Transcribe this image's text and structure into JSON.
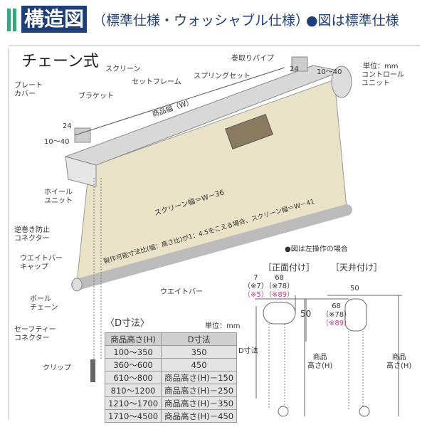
{
  "header": {
    "title": "構造図",
    "subtitle": "（標準仕様・ウォッシャブル仕様）",
    "note": "●図は標準仕様"
  },
  "diagram": {
    "type_title": "チェーン式",
    "unit": "単位：mm",
    "labels": {
      "plate_cover": [
        "プレート",
        "カバー"
      ],
      "bracket": "ブラケット",
      "screen": "スクリーン",
      "set_frame": "セットフレーム",
      "spring_set": "スプリングセット",
      "winding_pipe": "巻取りパイプ",
      "control_unit": [
        "コントロール",
        "ユニット"
      ],
      "wheel_unit": [
        "ホイール",
        "ユニット"
      ],
      "reverse_stop": [
        "逆巻き防止",
        "コネクター"
      ],
      "weight_bar_cap": [
        "ウエイトバー",
        "キャップ"
      ],
      "ball_chain": [
        "ボール",
        "チェーン"
      ],
      "safety_connector": [
        "セーフティー",
        "コネクター"
      ],
      "clip": "クリップ",
      "weight_bar": "ウエイトバー"
    },
    "dims": {
      "product_width": "商品幅（W）",
      "left_24": "24",
      "left_10_40": "10～40",
      "right_24": "24",
      "right_10_40": "10～40",
      "screen_width_1": "スクリーン幅＝W－36",
      "screen_width_2": "製作可能寸法比(幅：高さ比)が1：4.5をこえる場合、スクリーン幅＝W－41"
    }
  },
  "detail": {
    "note": "●図は左操作の場合",
    "front_mount": {
      "title": "［正面付け］",
      "d7": "7",
      "d7b": "（※7）",
      "d7c": "（※5）",
      "d68": "68",
      "d68b": "（※78）",
      "d68c": "（※89）",
      "d50": "50",
      "d_label": "D寸法",
      "h_label": [
        "商品",
        "高さ(H)"
      ]
    },
    "ceiling_mount": {
      "title": "［天井付け］",
      "d50": "50",
      "d68": "68",
      "d68b": "（※78）",
      "d68c": "（※89）",
      "h_label": [
        "商品",
        "高さ(H)"
      ]
    }
  },
  "d_table": {
    "title": "〈D寸法〉",
    "unit": "単位：mm",
    "headers": [
      "商品高さ(H)",
      "D寸法"
    ],
    "rows": [
      [
        "100～350",
        "350"
      ],
      [
        "360～600",
        "450"
      ],
      [
        "610～800",
        "商品高さ(H)－150"
      ],
      [
        "810～1200",
        "商品高さ(H)－250"
      ],
      [
        "1210～1700",
        "商品高さ(H)－350"
      ],
      [
        "1710～4500",
        "商品高さ(H)－450"
      ]
    ]
  },
  "colors": {
    "brand": "#1d3f7a",
    "green": "#3aa57a",
    "screen": "#e9e2c6",
    "pink": "#d0338a"
  }
}
